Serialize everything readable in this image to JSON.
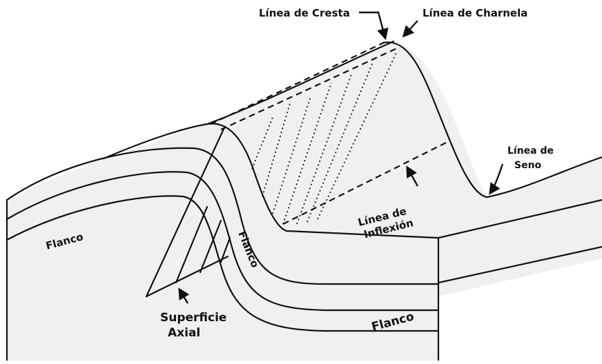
{
  "labels": {
    "crest_line": "Línea de Cresta",
    "hinge_line": "Línea de Charnela",
    "trough_line_1": "Línea de",
    "trough_line_2": "Seno",
    "inflection_line_1": "Línea de",
    "inflection_line_2": "Inflexión",
    "limb_left": "Flanco",
    "limb_middle": "Flanco",
    "limb_bottom": "Flanco",
    "axial_surface_1": "Superficie",
    "axial_surface_2": "Axial"
  },
  "colors": {
    "ink": "#111111",
    "fill": "#f0f0f0",
    "paper": "#ffffff"
  }
}
